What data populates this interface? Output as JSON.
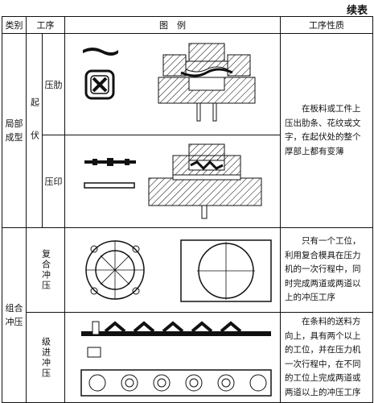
{
  "continued_label": "续表",
  "headers": {
    "category": "类别",
    "process": "工序",
    "illustration": "图　例",
    "nature": "工序性质"
  },
  "rows": {
    "local": {
      "category": "局部成型",
      "group": "起伏",
      "items": [
        {
          "name": "压肋"
        },
        {
          "name": "压印"
        }
      ],
      "nature": "在板料或工件上压出肋条、花纹或文字，在起伏处的整个厚部上都有变薄"
    },
    "combined": {
      "category": "组合冲压",
      "items": [
        {
          "name": "复合冲压",
          "nature": "只有一个工位，利用复合模具在压力机的一次行程中，同时完成两道或两道以上的冲压工序"
        },
        {
          "name": "级进冲压",
          "nature": "在条料的送料方向上，具有两个以上的工位，并在压力机一次行程中，在不同的工位上完成两道或两道以上的冲压工序"
        }
      ]
    }
  }
}
